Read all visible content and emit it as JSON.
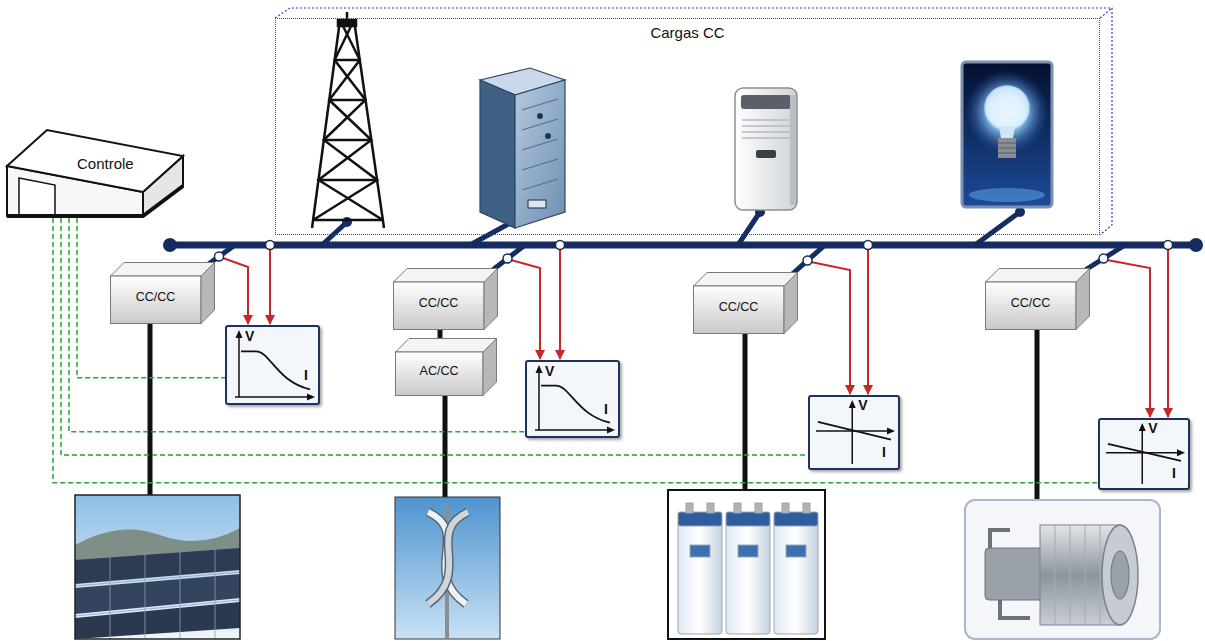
{
  "diagram": {
    "nodes": [
      {
        "text": [
          "Cargas CC"
        ]
      },
      {
        "text": [
          "Controle"
        ]
      },
      {
        "text": [
          "CC/CC"
        ]
      },
      {
        "text": [
          "V",
          "I"
        ]
      },
      {
        "text": [
          "CC/CC"
        ]
      },
      {
        "text": [
          "AC/CC"
        ]
      },
      {
        "text": [
          "V",
          "I"
        ]
      },
      {
        "text": [
          "CC/CC"
        ]
      },
      {
        "text": [
          "V",
          "I"
        ]
      },
      {
        "text": [
          "CC/CC"
        ]
      },
      {
        "text": [
          "V",
          "I"
        ]
      }
    ],
    "edges": [
      {
        "from": 1,
        "to": 3,
        "arrow": "none"
      },
      {
        "from": 1,
        "to": 6,
        "arrow": "none"
      },
      {
        "from": 1,
        "to": 8,
        "arrow": "none"
      },
      {
        "from": 1,
        "to": 10,
        "arrow": "none"
      },
      {
        "from": 5,
        "to": 4,
        "arrow": "none"
      }
    ]
  }
}
